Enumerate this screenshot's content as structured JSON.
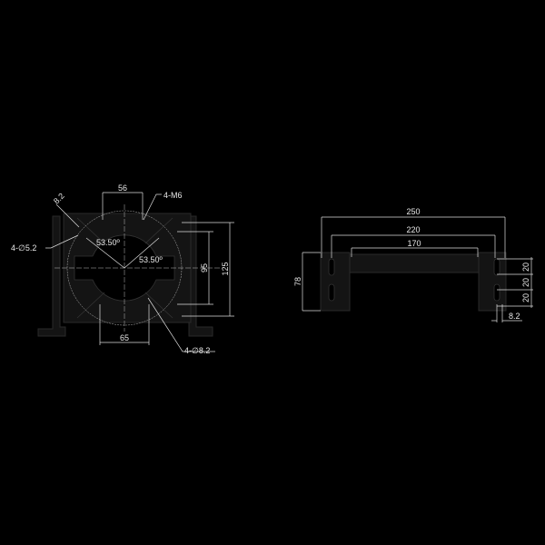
{
  "front_view": {
    "dim_top": "56",
    "thread_callout": "4-M6",
    "slot_width": "8.2",
    "hole_small": "4-∅5.2",
    "angle_left": "53.50º",
    "angle_right": "53.50º",
    "dim_inner_height": "95",
    "dim_outer_height": "125",
    "dim_bottom": "65",
    "hole_large": "4-∅8.2"
  },
  "side_view": {
    "dim_overall": "250",
    "dim_mid": "220",
    "dim_inner": "170",
    "dim_height": "78",
    "pitch_1": "20",
    "pitch_2": "20",
    "pitch_3": "20",
    "slot_offset": "8.2"
  }
}
